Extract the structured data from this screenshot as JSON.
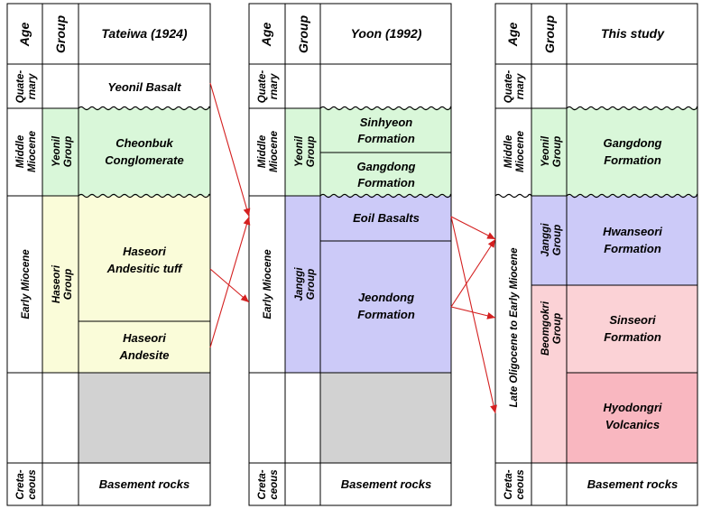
{
  "colors": {
    "green": "#d9f7d9",
    "yellow": "#fafcd9",
    "blue": "#cccaf8",
    "gray": "#d2d2d2",
    "pink": "#fbd2d6",
    "deep_pink": "#f9b7c0",
    "arrow": "#d42020"
  },
  "columns": [
    {
      "header": {
        "age": "Age",
        "group": "Group",
        "title": "Tateiwa (1924)"
      },
      "ages": {
        "quaternary": [
          "Quate-",
          "rnary"
        ],
        "middle_miocene": [
          "Middle",
          "Miocene"
        ],
        "early_miocene": [
          "Early Miocene"
        ],
        "cretaceous": [
          "Creta-",
          "ceous"
        ]
      },
      "groups": {
        "yeonil": [
          "Yeonil",
          "Group"
        ],
        "haseori": [
          "Haseori",
          "Group"
        ]
      },
      "units": {
        "yeonil_basalt": [
          "Yeonil Basalt"
        ],
        "cheonbuk": [
          "Cheonbuk",
          "Conglomerate"
        ],
        "haseori_tuff": [
          "Haseori",
          "Andesitic tuff"
        ],
        "haseori_andesite": [
          "Haseori",
          "Andesite"
        ],
        "basement": [
          "Basement rocks"
        ]
      }
    },
    {
      "header": {
        "age": "Age",
        "group": "Group",
        "title": "Yoon (1992)"
      },
      "ages": {
        "quaternary": [
          "Quate-",
          "rnary"
        ],
        "middle_miocene": [
          "Middle",
          "Miocene"
        ],
        "early_miocene": [
          "Early Miocene"
        ],
        "cretaceous": [
          "Creta-",
          "ceous"
        ]
      },
      "groups": {
        "yeonil": [
          "Yeonil",
          "Group"
        ],
        "janggi": [
          "Janggi",
          "Group"
        ]
      },
      "units": {
        "sinhyeon": [
          "Sinhyeon",
          "Formation"
        ],
        "gangdong": [
          "Gangdong",
          "Formation"
        ],
        "eoil": [
          "Eoil Basalts"
        ],
        "jeondong": [
          "Jeondong",
          "Formation"
        ],
        "basement": [
          "Basement rocks"
        ]
      }
    },
    {
      "header": {
        "age": "Age",
        "group": "Group",
        "title": "This study"
      },
      "ages": {
        "quaternary": [
          "Quate-",
          "rnary"
        ],
        "middle_miocene": [
          "Middle",
          "Miocene"
        ],
        "late_oligocene": [
          "Late Oligocene to Early Miocene"
        ],
        "cretaceous": [
          "Creta-",
          "ceous"
        ]
      },
      "groups": {
        "yeonil": [
          "Yeonil",
          "Group"
        ],
        "janggi": [
          "Janggi",
          "Group"
        ],
        "beomgokri": [
          "Beomgokri",
          "Group"
        ]
      },
      "units": {
        "gangdong": [
          "Gangdong",
          "Formation"
        ],
        "hwanseori": [
          "Hwanseori",
          "Formation"
        ],
        "sinseori": [
          "Sinseori",
          "Formation"
        ],
        "hyodongri": [
          "Hyodongri",
          "Volcanics"
        ],
        "basement": [
          "Basement rocks"
        ]
      }
    }
  ]
}
